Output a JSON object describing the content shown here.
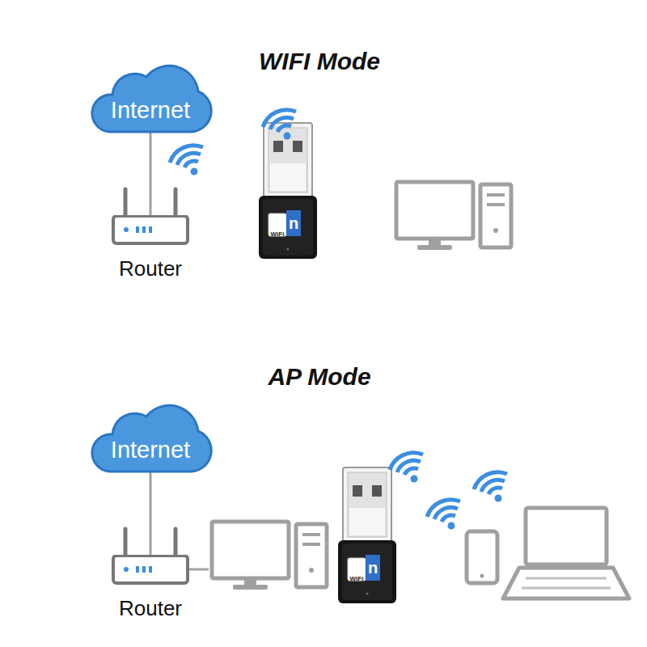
{
  "diagram": {
    "nodes": [
      {
        "text": [
          "Internet"
        ]
      },
      {
        "text": [
          "Router"
        ]
      },
      {
        "text": [
          "Internet"
        ]
      },
      {
        "text": [
          "Router"
        ]
      }
    ],
    "edges": [
      {
        "from": 0,
        "to": 1,
        "arrow": "none"
      },
      {
        "from": 2,
        "to": 3,
        "arrow": "none"
      }
    ],
    "labels": [
      "WIFI Mode",
      "WiFi",
      "n",
      "AP Mode",
      "WiFi",
      "n"
    ]
  }
}
